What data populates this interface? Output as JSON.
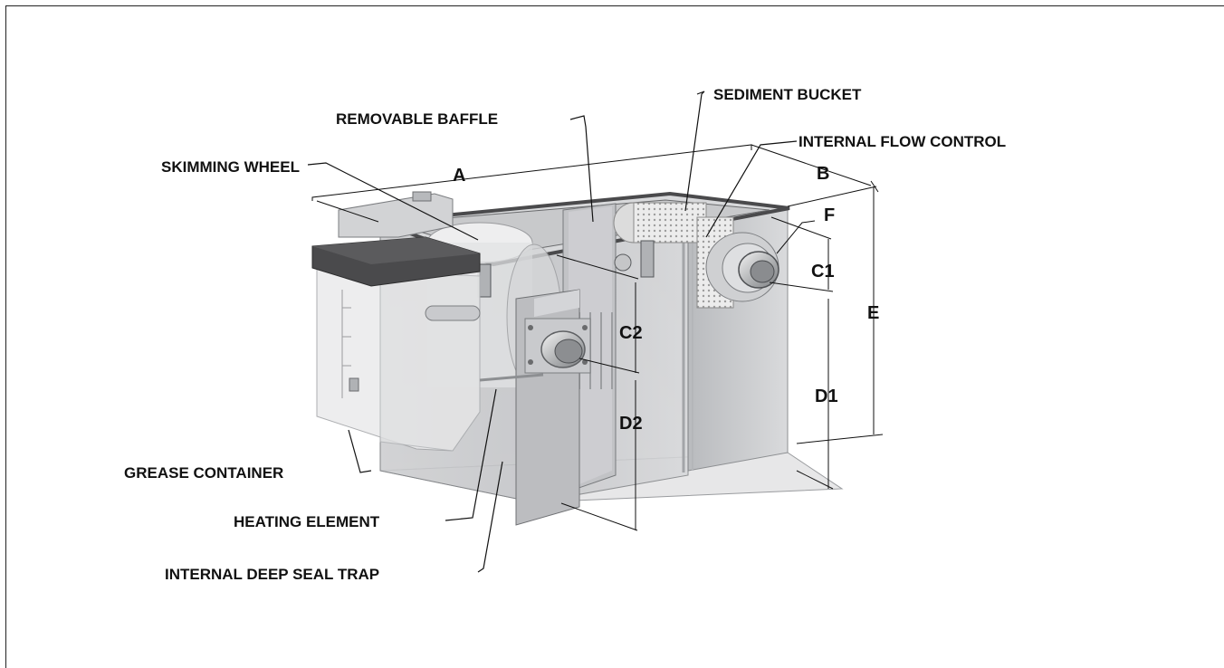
{
  "callouts": {
    "removable_baffle": "REMOVABLE BAFFLE",
    "sediment_bucket": "SEDIMENT BUCKET",
    "internal_flow_control": "INTERNAL FLOW CONTROL",
    "skimming_wheel": "SKIMMING WHEEL",
    "grease_container": "GREASE CONTAINER",
    "heating_element": "HEATING ELEMENT",
    "internal_deep_seal_trap": "INTERNAL DEEP SEAL TRAP"
  },
  "dimensions": {
    "a": "A",
    "b": "B",
    "c1": "C1",
    "c2": "C2",
    "d1": "D1",
    "d2": "D2",
    "e": "E",
    "f": "F"
  },
  "colors": {
    "tank_body": "#cfd0d2",
    "tank_dark": "#9ea0a3",
    "lid": "#4a4a4c",
    "line": "#111111"
  }
}
